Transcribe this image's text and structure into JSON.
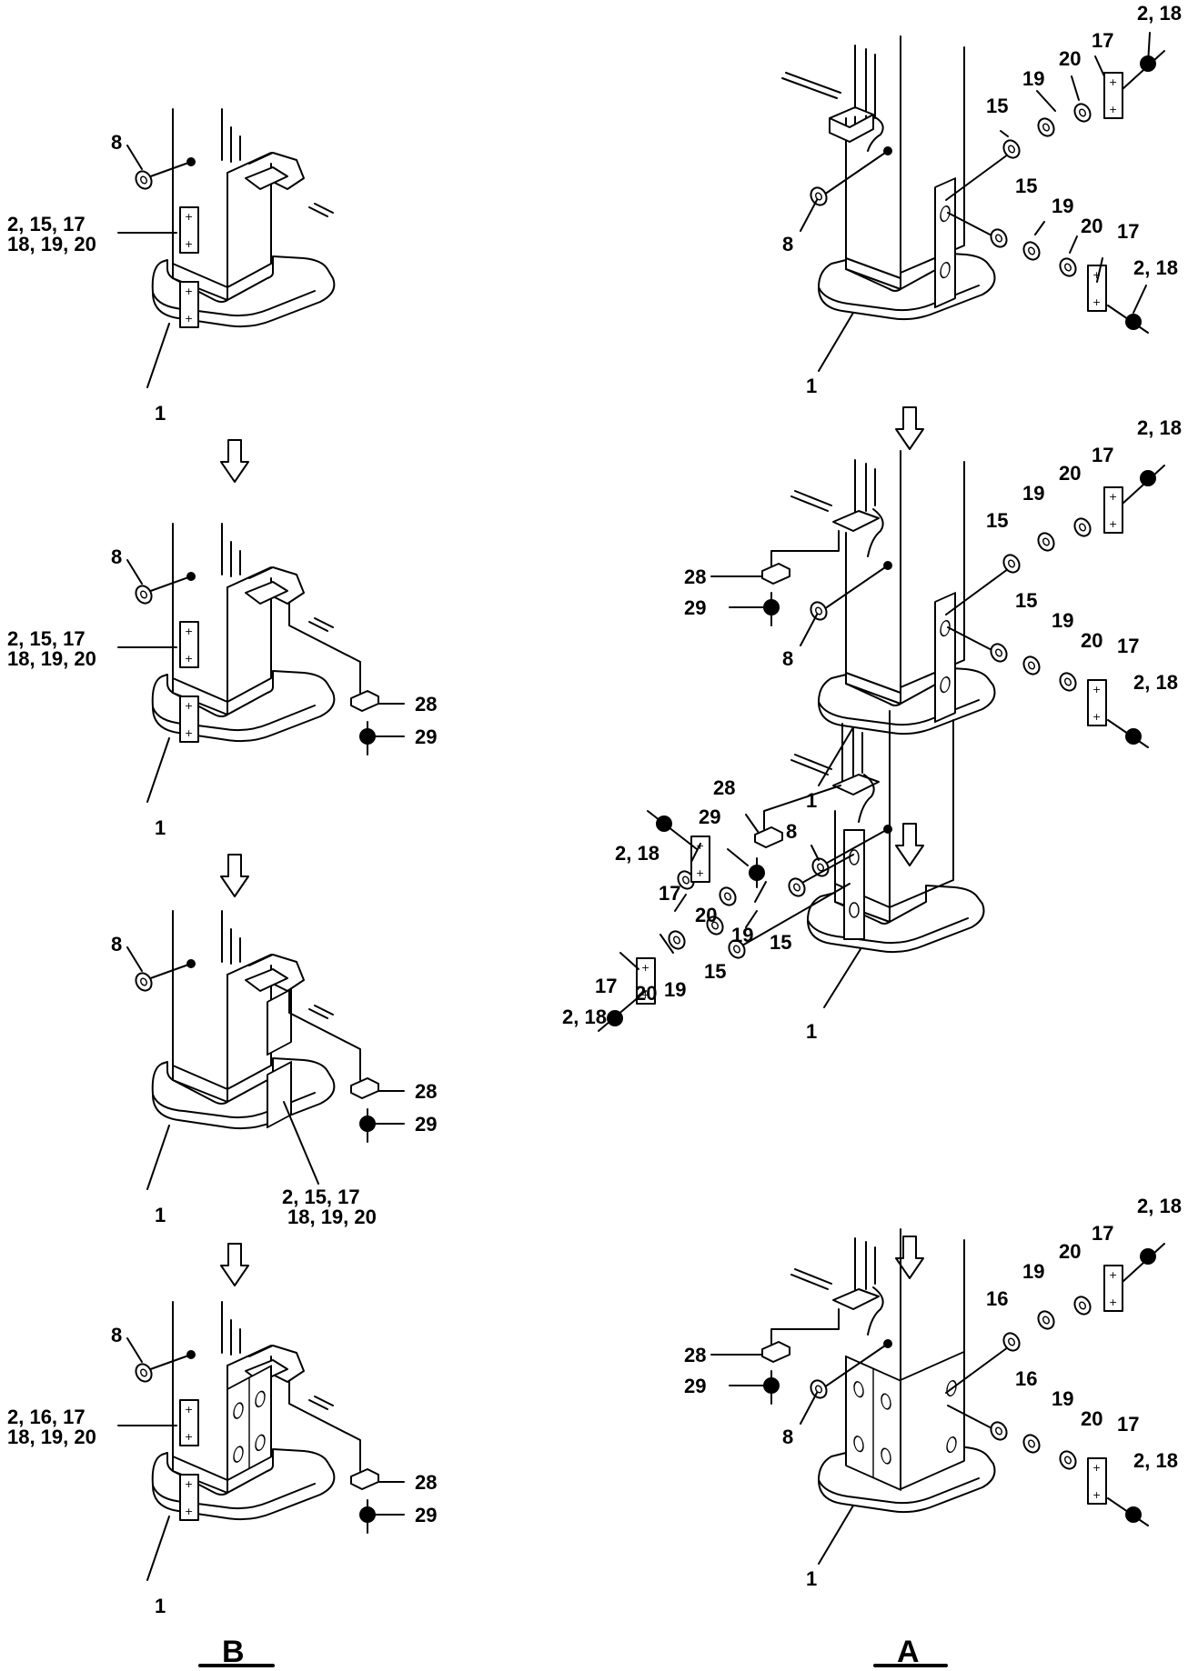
{
  "diagram_data": {
    "column_b": {
      "title": "B",
      "panels": [
        {
          "callouts": [
            "8",
            "2, 15, 17",
            "18, 19, 20",
            "1"
          ]
        },
        {
          "callouts": [
            "8",
            "2, 15, 17",
            "18, 19, 20",
            "28",
            "29",
            "1"
          ]
        },
        {
          "callouts": [
            "8",
            "28",
            "29",
            "1",
            "2, 15, 17",
            "18, 19, 20"
          ]
        },
        {
          "callouts": [
            "8",
            "2, 16, 17",
            "18, 19, 20",
            "28",
            "29",
            "1"
          ]
        }
      ]
    },
    "column_a": {
      "title": "A",
      "panels": [
        {
          "callouts": [
            "2, 18",
            "17",
            "20",
            "19",
            "15",
            "15",
            "19",
            "20",
            "17",
            "2, 18",
            "8",
            "1"
          ]
        },
        {
          "callouts": [
            "2, 18",
            "17",
            "20",
            "19",
            "15",
            "15",
            "19",
            "20",
            "17",
            "2, 18",
            "28",
            "29",
            "8",
            "1"
          ]
        },
        {
          "callouts": [
            "28",
            "29",
            "8",
            "2, 18",
            "17",
            "20",
            "19",
            "15",
            "15",
            "19",
            "20",
            "17",
            "2, 18",
            "1"
          ]
        },
        {
          "callouts": [
            "2, 18",
            "17",
            "20",
            "19",
            "16",
            "16",
            "19",
            "20",
            "17",
            "2, 18",
            "28",
            "29",
            "8",
            "1"
          ]
        }
      ]
    },
    "arrows": {
      "direction": "down",
      "count_per_column": 3
    }
  }
}
